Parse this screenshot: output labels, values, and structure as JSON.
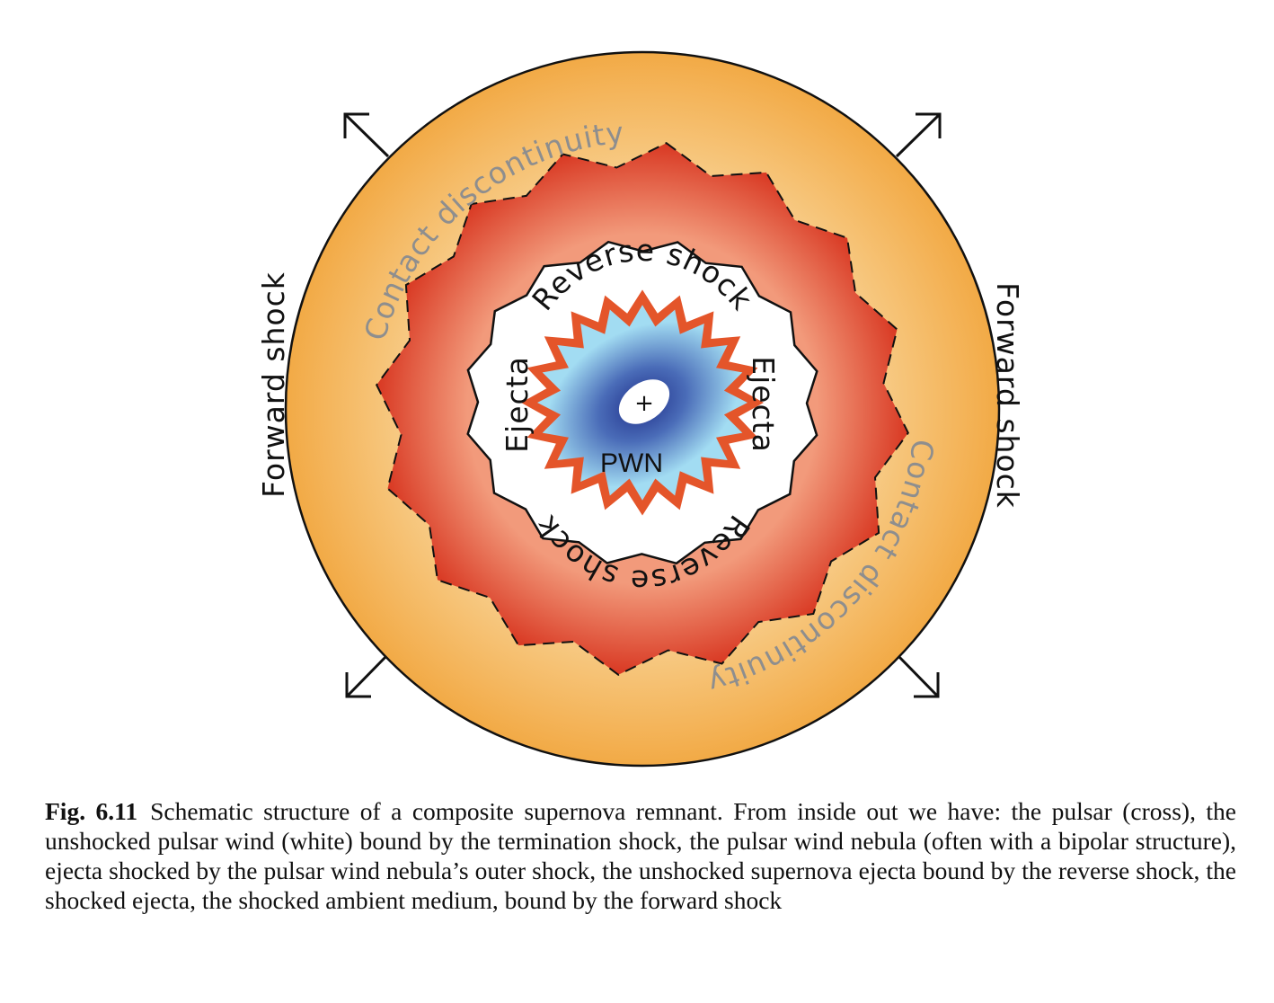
{
  "diagram": {
    "forward_shock_left": "Forward shock",
    "forward_shock_right": "Forward shock",
    "contact_discontinuity_top": "Contact discontinuity",
    "contact_discontinuity_bottom": "Contact discontinuity",
    "reverse_shock_top": "Reverse shock",
    "reverse_shock_bottom": "Reverse shock",
    "ejecta_left": "Ejecta",
    "ejecta_right": "Ejecta",
    "pwn": "PWN",
    "pulsar_mark": "+",
    "colors": {
      "shocked_ambient": "#f2a944",
      "shocked_ambient_inner": "#f8cf8e",
      "shocked_ejecta": "#d93a24",
      "shocked_ejecta_inner": "#ee8a6c",
      "pwn_shell": "#e4552a",
      "pwn_outer": "#9ed6ef",
      "pwn_inner": "#2c3c94"
    }
  },
  "caption": {
    "label": "Fig. 6.11",
    "text": "Schematic structure of a composite supernova remnant. From inside out we have: the pulsar (cross), the unshocked pulsar wind (white) bound by the termination shock, the pulsar wind nebula (often with a bipolar structure), ejecta shocked by the pulsar wind nebula’s outer shock, the unshocked supernova ejecta bound by the reverse shock, the shocked ejecta, the shocked ambient medium, bound by the forward shock"
  }
}
